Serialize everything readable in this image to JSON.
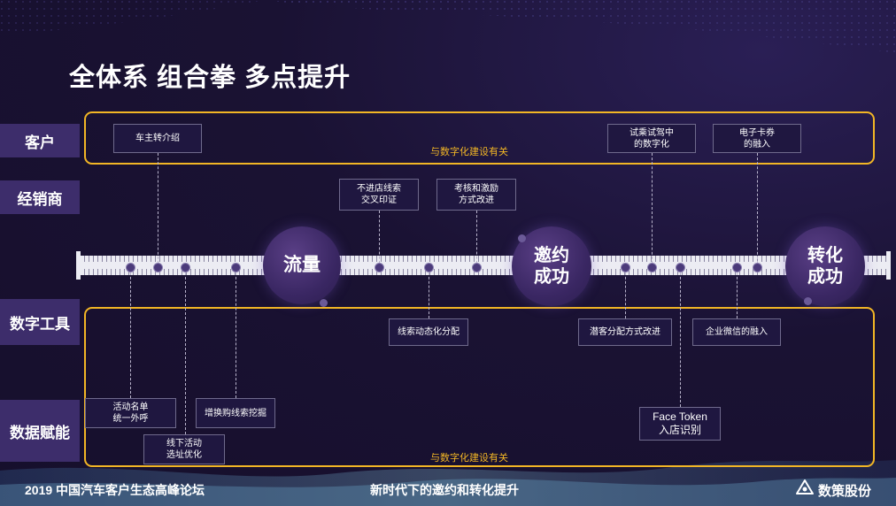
{
  "title": "全体系 组合拳 多点提升",
  "categories": {
    "customer": "客户",
    "dealer": "经销商",
    "digital_tools": "数字工具",
    "data_enable": "数据赋能"
  },
  "frame_notes": {
    "top": "与数字化建设有关",
    "bottom": "与数字化建设有关"
  },
  "boxes": {
    "owner_referral": "车主转介绍",
    "test_drive_line1": "试乘试驾中",
    "test_drive_line2": "的数字化",
    "ecard_line1": "电子卡券",
    "ecard_line2": "的融入",
    "no_visit_line1": "不进店线索",
    "no_visit_line2": "交叉印证",
    "assess_line1": "考核和激励",
    "assess_line2": "方式改进",
    "lead_dynamic": "线索动态化分配",
    "prospect_alloc": "潜客分配方式改进",
    "wechat_work": "企业微信的融入",
    "activity_line1": "活动名单",
    "activity_line2": "统一外呼",
    "offline_line1": "线下活动",
    "offline_line2": "选址优化",
    "replace_mining": "增换购线索挖掘",
    "face_line1": "Face Token",
    "face_line2": "入店识别"
  },
  "stages": {
    "flow": "流量",
    "invite_line1": "邀约",
    "invite_line2": "成功",
    "convert_line1": "转化",
    "convert_line2": "成功"
  },
  "footer": {
    "left": "2019 中国汽车客户生态高峰论坛",
    "center": "新时代下的邀约和转化提升",
    "brand": "数策股份"
  },
  "colors": {
    "background": "#1a1233",
    "accent": "#f2b625",
    "category_bg": "#3d2d6b"
  }
}
